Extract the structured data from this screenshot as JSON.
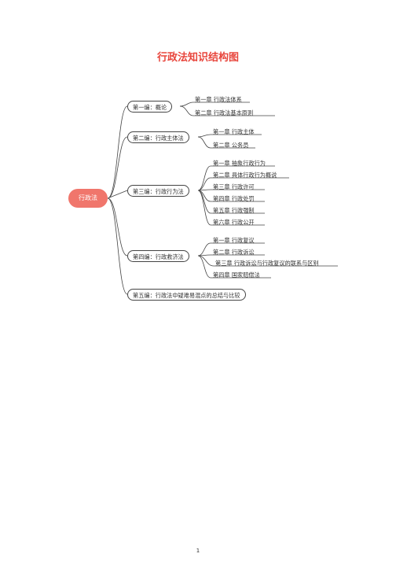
{
  "title": "行政法知识结构图",
  "root": "行政法",
  "colors": {
    "title": "#e8453c",
    "root_fill": "#f0766c",
    "line": "#444444"
  },
  "branches": [
    {
      "label": "第一编：概论",
      "children": [
        "第一章  行政法体系",
        "第二章  行政法基本原则"
      ]
    },
    {
      "label": "第二编：行政主体法",
      "children": [
        "第一章  行政主体",
        "第二章  公务员"
      ]
    },
    {
      "label": "第三编：行政行为法",
      "children": [
        "第一章  抽象行政行为",
        "第二章  具体行政行为概说",
        "第三章  行政许可",
        "第四章  行政处罚",
        "第五章  行政强制",
        "第六章  行政公开"
      ]
    },
    {
      "label": "第四编：行政救济法",
      "children": [
        "第一章  行政复议",
        "第二章  行政诉讼",
        "第三章  行政诉讼与行政复议的联系与区别",
        "第四章  国家赔偿法"
      ]
    },
    {
      "label": "第五编：行政法中疑难易混点的总结与比较",
      "children": []
    }
  ],
  "page_number": "1"
}
